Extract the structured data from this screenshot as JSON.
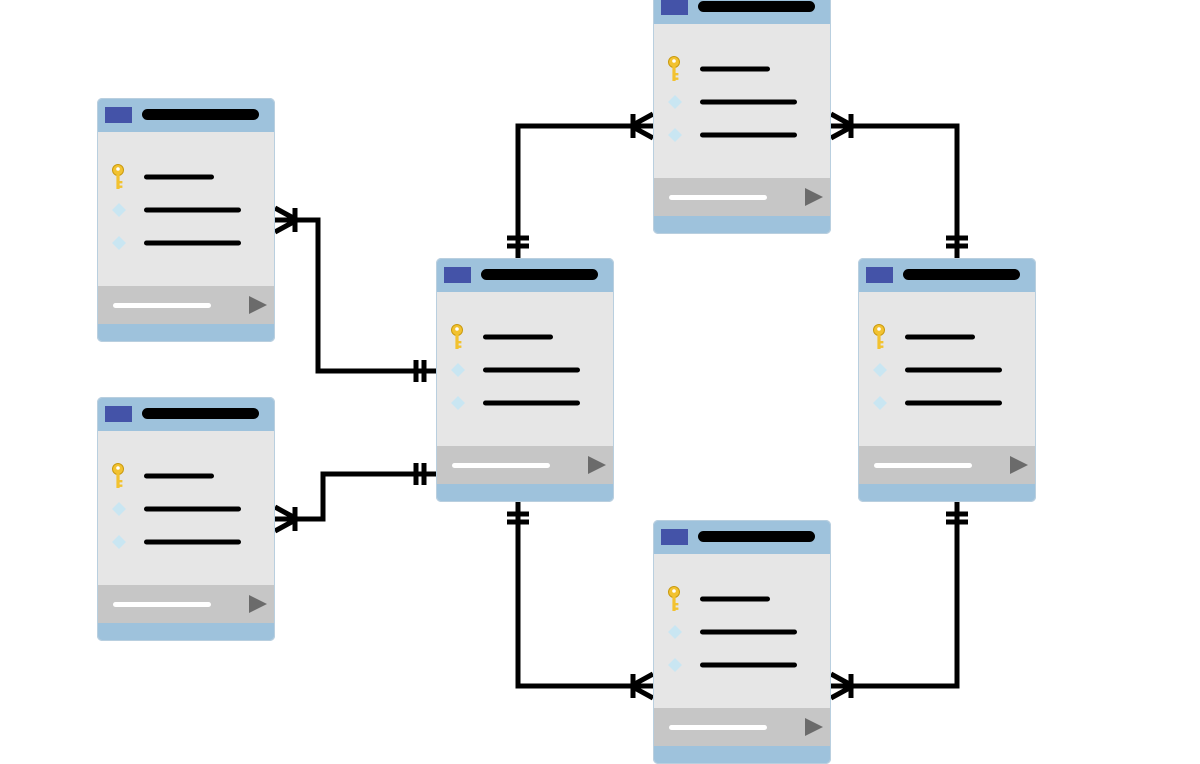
{
  "diagram": {
    "kind": "entity-relationship",
    "colors": {
      "background": "#ffffff",
      "header": "#9ec2dc",
      "header_badge": "#4453a8",
      "title_bar": "#000000",
      "body": "#e6e6e6",
      "footer": "#c6c6c6",
      "footer_bar": "#ffffff",
      "play_icon": "#6b6b6b",
      "key_icon": "#f2c230",
      "diamond_icon": "#c9e6f2",
      "field_bar": "#000000",
      "connector": "#000000"
    },
    "tables": [
      {
        "id": "table-left-top",
        "fields": [
          {
            "icon": "key-icon"
          },
          {
            "icon": "diamond-icon"
          },
          {
            "icon": "diamond-icon"
          }
        ]
      },
      {
        "id": "table-left-bottom",
        "fields": [
          {
            "icon": "key-icon"
          },
          {
            "icon": "diamond-icon"
          },
          {
            "icon": "diamond-icon"
          }
        ]
      },
      {
        "id": "table-center",
        "fields": [
          {
            "icon": "key-icon"
          },
          {
            "icon": "diamond-icon"
          },
          {
            "icon": "diamond-icon"
          }
        ]
      },
      {
        "id": "table-top",
        "fields": [
          {
            "icon": "key-icon"
          },
          {
            "icon": "diamond-icon"
          },
          {
            "icon": "diamond-icon"
          }
        ]
      },
      {
        "id": "table-right",
        "fields": [
          {
            "icon": "key-icon"
          },
          {
            "icon": "diamond-icon"
          },
          {
            "icon": "diamond-icon"
          }
        ]
      },
      {
        "id": "table-bottom",
        "fields": [
          {
            "icon": "key-icon"
          },
          {
            "icon": "diamond-icon"
          },
          {
            "icon": "diamond-icon"
          }
        ]
      }
    ],
    "relationships": [
      {
        "from": "table-center",
        "to": "table-left-top",
        "from_end": "one-and-only-one",
        "to_end": "one-or-many"
      },
      {
        "from": "table-center",
        "to": "table-left-bottom",
        "from_end": "one-and-only-one",
        "to_end": "one-or-many"
      },
      {
        "from": "table-center",
        "to": "table-top",
        "from_end": "one-and-only-one",
        "to_end": "one-or-many"
      },
      {
        "from": "table-center",
        "to": "table-bottom",
        "from_end": "one-and-only-one",
        "to_end": "one-or-many"
      },
      {
        "from": "table-right",
        "to": "table-top",
        "from_end": "one-and-only-one",
        "to_end": "one-or-many"
      },
      {
        "from": "table-right",
        "to": "table-bottom",
        "from_end": "one-and-only-one",
        "to_end": "one-or-many"
      }
    ]
  }
}
